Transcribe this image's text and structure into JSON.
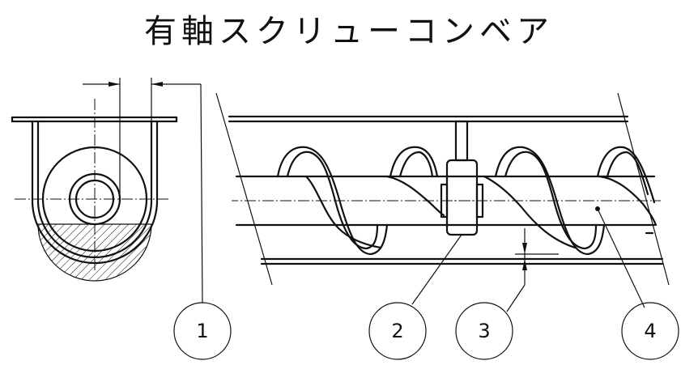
{
  "title": "有軸スクリューコンベア",
  "callouts": [
    {
      "number": "1"
    },
    {
      "number": "2"
    },
    {
      "number": "3"
    },
    {
      "number": "4"
    }
  ]
}
